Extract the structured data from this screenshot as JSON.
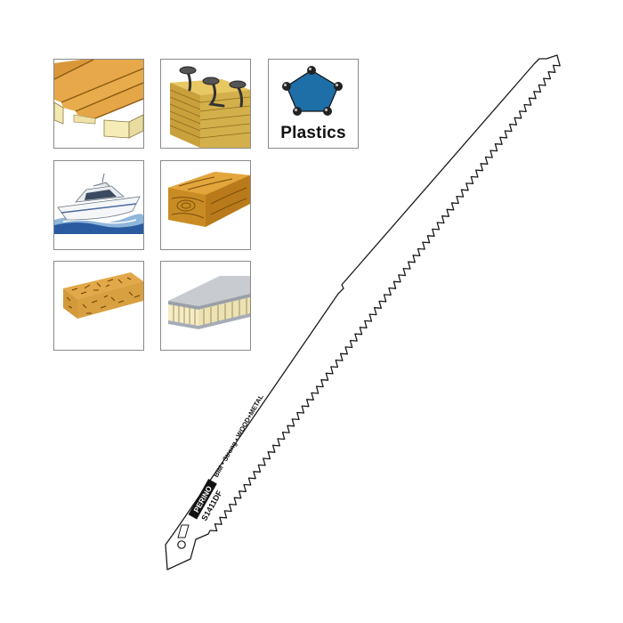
{
  "materials": {
    "plastics_label": "Plastics"
  },
  "blade": {
    "brand": "PERINO",
    "code": "S1411DF",
    "spec": "BIM • Strong • WOOD+METAL"
  },
  "icons": {
    "pallet": "wood-pallet-icon",
    "nails": "wood-with-nails-icon",
    "plastics": "plastics-molecule-icon",
    "boat": "boat-icon",
    "timber": "solid-timber-icon",
    "chipboard": "chipboard-icon",
    "sandwich": "sandwich-panel-icon"
  },
  "colors": {
    "wood": "#e3a73a",
    "wood_dark": "#9a6a12",
    "plastic_blue": "#1e6ea8",
    "tile_border": "#8a8a8a"
  }
}
